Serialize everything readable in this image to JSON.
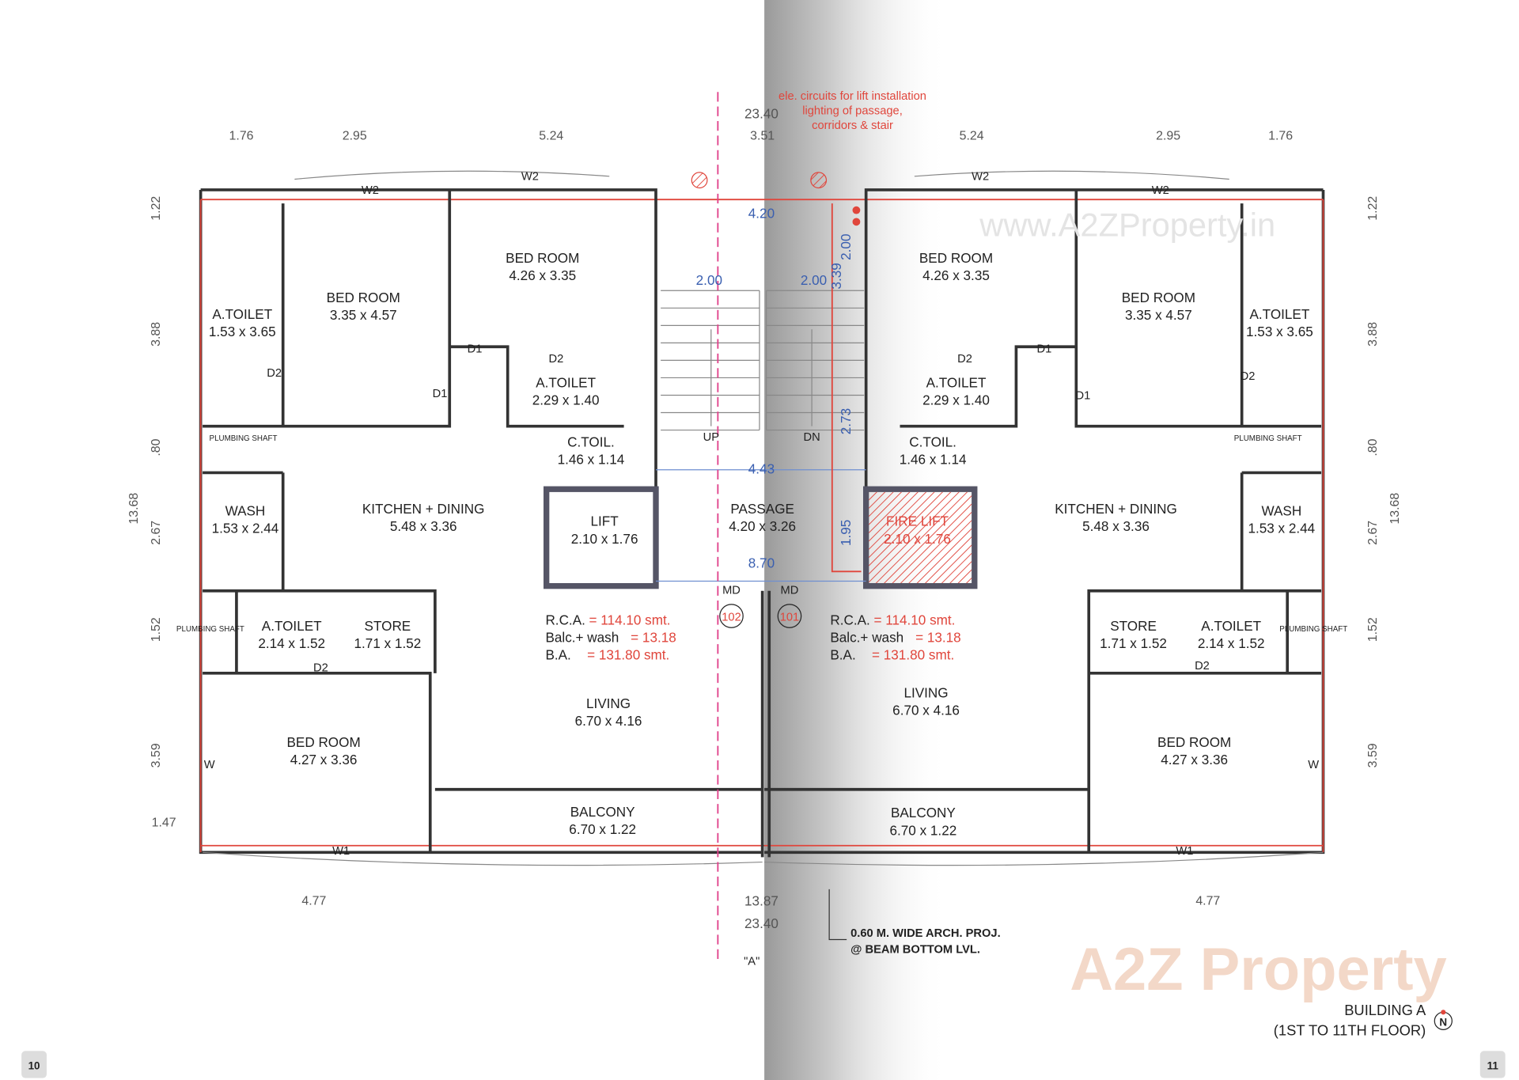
{
  "notes": {
    "lift_note": [
      "ele. circuits for lift installation",
      "lighting of passage,",
      "corridors & stair"
    ],
    "arch_note": [
      "0.60 M. WIDE ARCH. PROJ.",
      "@ BEAM BOTTOM LVL."
    ],
    "building_title": [
      "BUILDING A",
      "(1ST TO 11TH FLOOR)"
    ],
    "north": "N",
    "section_marker": "\"A\"",
    "watermark": "www.A2ZProperty.in",
    "logo": "A2Z Property",
    "page_left": "10",
    "page_right": "11"
  },
  "units": [
    {
      "number": "102",
      "door_label": "MD",
      "area": {
        "rca_label": "R.C.A.",
        "rca": "= 114.10 smt.",
        "balc_label": "Balc.+ wash",
        "balc": "= 13.18",
        "ba_label": "B.A.",
        "ba": "= 131.80 smt."
      },
      "rooms": [
        {
          "name": "BED ROOM",
          "size": "4.26 x 3.35"
        },
        {
          "name": "BED ROOM",
          "size": "3.35 x 4.57"
        },
        {
          "name": "A.TOILET",
          "size": "1.53 x 3.65"
        },
        {
          "name": "A.TOILET",
          "size": "2.29 x 1.40"
        },
        {
          "name": "C.TOIL.",
          "size": "1.46 x 1.14"
        },
        {
          "name": "KITCHEN + DINING",
          "size": "5.48 x 3.36"
        },
        {
          "name": "WASH",
          "size": "1.53 x 2.44"
        },
        {
          "name": "A.TOILET",
          "size": "2.14 x 1.52"
        },
        {
          "name": "STORE",
          "size": "1.71 x 1.52"
        },
        {
          "name": "LIVING",
          "size": "6.70 x 4.16"
        },
        {
          "name": "BED ROOM",
          "size": "4.27 x 3.36"
        },
        {
          "name": "BALCONY",
          "size": "6.70 x 1.22"
        }
      ]
    },
    {
      "number": "101",
      "door_label": "MD",
      "area": {
        "rca_label": "R.C.A.",
        "rca": "= 114.10 smt.",
        "balc_label": "Balc.+ wash",
        "balc": "= 13.18",
        "ba_label": "B.A.",
        "ba": "= 131.80 smt."
      },
      "rooms": [
        {
          "name": "BED ROOM",
          "size": "4.26 x 3.35"
        },
        {
          "name": "BED ROOM",
          "size": "3.35 x 4.57"
        },
        {
          "name": "A.TOILET",
          "size": "1.53 x 3.65"
        },
        {
          "name": "A.TOILET",
          "size": "2.29 x 1.40"
        },
        {
          "name": "C.TOIL.",
          "size": "1.46 x 1.14"
        },
        {
          "name": "KITCHEN + DINING",
          "size": "5.48 x 3.36"
        },
        {
          "name": "WASH",
          "size": "1.53 x 2.44"
        },
        {
          "name": "A.TOILET",
          "size": "2.14 x 1.52"
        },
        {
          "name": "STORE",
          "size": "1.71 x 1.52"
        },
        {
          "name": "LIVING",
          "size": "6.70 x 4.16"
        },
        {
          "name": "BED ROOM",
          "size": "4.27 x 3.36"
        },
        {
          "name": "BALCONY",
          "size": "6.70 x 1.22"
        }
      ]
    }
  ],
  "common": {
    "passage": {
      "name": "PASSAGE",
      "size": "4.20 x 3.26"
    },
    "lift": {
      "name": "LIFT",
      "size": "2.10 x 1.76"
    },
    "fire_lift": {
      "name": "FIRE LIFT",
      "size": "2.10 x 1.76"
    },
    "up": "UP",
    "dn": "DN",
    "plumbing": "PLUMBING SHAFT"
  },
  "dimensions": {
    "top": [
      "1.76",
      "2.95",
      "5.24",
      "3.51",
      "5.24",
      "2.95",
      "1.76"
    ],
    "overall_top": "23.40",
    "overall_bottom": "23.40",
    "bottom_mid": "13.87",
    "bottom": [
      "4.77",
      "4.77"
    ],
    "left": [
      "1.22",
      "3.88",
      ".80",
      "2.67",
      "1.52",
      "3.59",
      "1.47"
    ],
    "right": [
      "1.22",
      "3.88",
      ".80",
      "2.67",
      "1.52",
      "3.59"
    ],
    "side_total": "13.68",
    "blue": [
      "4.20",
      "2.00",
      "2.00",
      "4.43",
      "8.70"
    ],
    "blue_vertical": [
      "3.39",
      "2.00",
      "2.73",
      "1.95"
    ]
  },
  "openings": [
    "W2",
    "W2",
    "D1",
    "D1",
    "D2",
    "D2",
    "D2",
    "W1",
    "W",
    "W2",
    "W2",
    "D1",
    "D1",
    "D2",
    "D2",
    "D2",
    "W1",
    "W"
  ],
  "colors": {
    "wall": "#333333",
    "red_line": "#e0463c",
    "blue_dim": "#3a5fb0",
    "section_line": "#e0408a"
  }
}
